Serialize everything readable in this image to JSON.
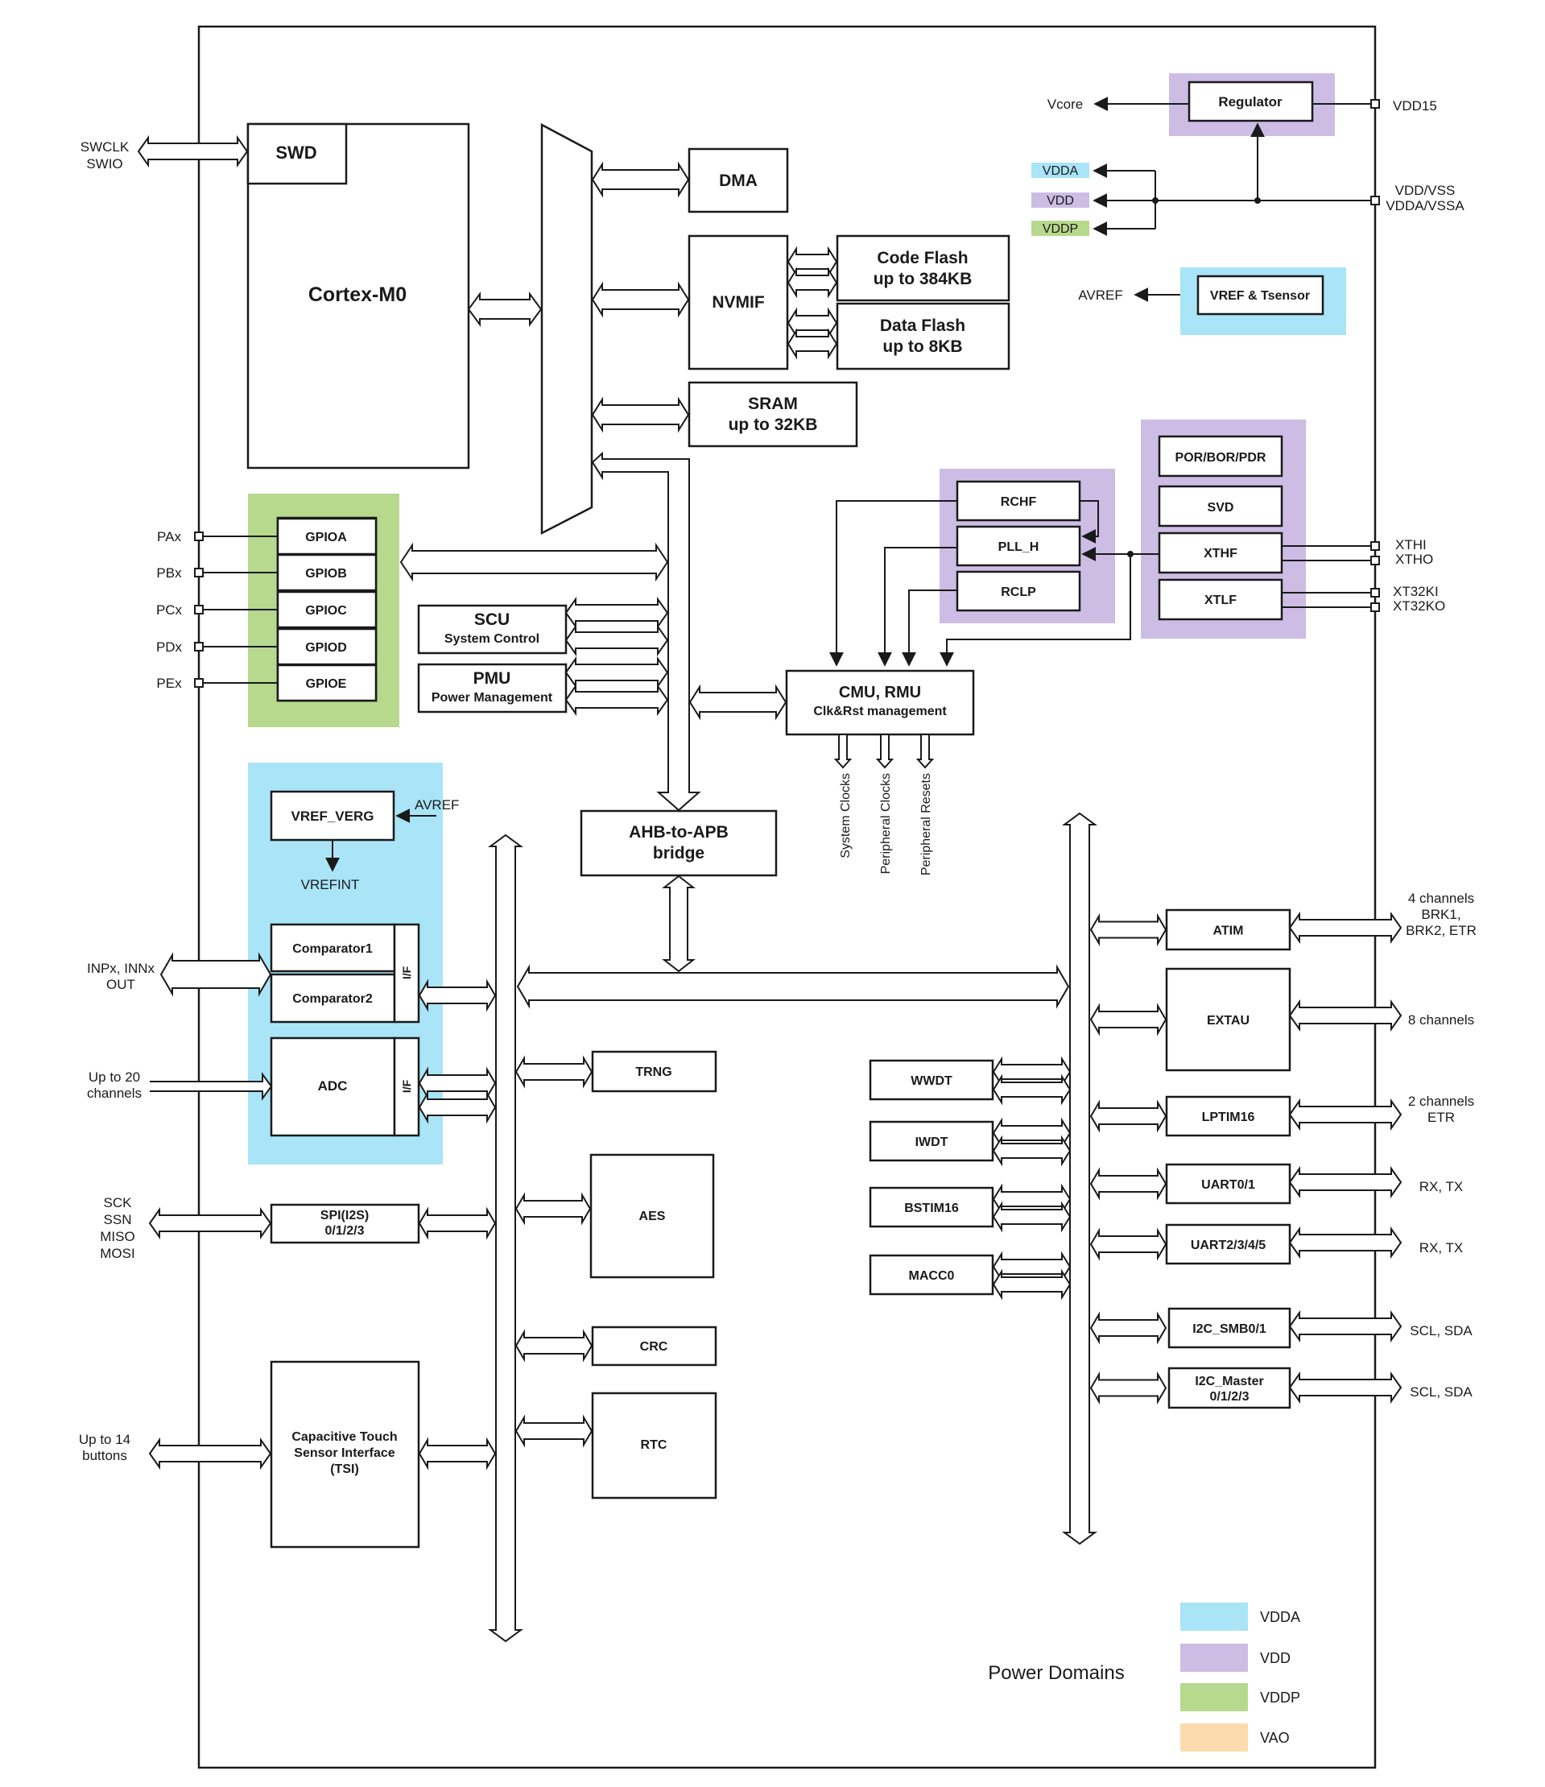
{
  "colors": {
    "vdda": "#a9e4f7",
    "vdd": "#cdbde4",
    "vddp": "#b6d98e",
    "vao": "#fcdcae",
    "line": "#1a1a1a"
  },
  "core": {
    "swd": "SWD",
    "cortex": "Cortex-M0",
    "dma": "DMA",
    "nvmif": "NVMIF",
    "code_flash": [
      "Code Flash",
      "up to 384KB"
    ],
    "data_flash": [
      "Data Flash",
      "up to 8KB"
    ],
    "sram": [
      "SRAM",
      "up to 32KB"
    ],
    "swd_pins": [
      "SWCLK",
      "SWIO"
    ]
  },
  "power": {
    "regulator": "Regulator",
    "vcore": "Vcore",
    "vdd15": "VDD15",
    "vdd_vss": [
      "VDD/VSS",
      "VDDA/VSSA"
    ],
    "rail_tags": [
      "VDDA",
      "VDD",
      "VDDP"
    ],
    "vref_tsensor": "VREF & Tsensor",
    "avref": "AVREF"
  },
  "clocks": {
    "por": "POR/BOR/PDR",
    "svd": "SVD",
    "xthf": "XTHF",
    "xtlf": "XTLF",
    "rchf": "RCHF",
    "pll": "PLL_H",
    "rclp": "RCLP",
    "xthf_pins": [
      "XTHI",
      "XTHO"
    ],
    "xtlf_pins": [
      "XT32KI",
      "XT32KO"
    ],
    "cmu": [
      "CMU, RMU",
      "Clk&Rst management"
    ],
    "outputs": [
      "System Clocks",
      "Peripheral Clocks",
      "Peripheral Resets"
    ]
  },
  "gpio": {
    "ports": [
      "GPIOA",
      "GPIOB",
      "GPIOC",
      "GPIOD",
      "GPIOE"
    ],
    "pins": [
      "PAx",
      "PBx",
      "PCx",
      "PDx",
      "PEx"
    ]
  },
  "system": {
    "scu": [
      "SCU",
      "System Control"
    ],
    "pmu": [
      "PMU",
      "Power Management"
    ],
    "bridge": [
      "AHB-to-APB",
      "bridge"
    ]
  },
  "analog": {
    "vref_verg": "VREF_VERG",
    "avref": "AVREF",
    "vrefint": "VREFINT",
    "comp1": "Comparator1",
    "comp2": "Comparator2",
    "adc": "ADC",
    "if_label": "I/F",
    "comp_pins": [
      "INPx, INNx",
      "OUT"
    ],
    "adc_pins": [
      "Up to 20",
      "channels"
    ]
  },
  "left_periph": {
    "spi": [
      "SPI(I2S)",
      "0/1/2/3"
    ],
    "spi_pins": [
      "SCK",
      "SSN",
      "MISO",
      "MOSI"
    ],
    "tsi": [
      "Capacitive Touch",
      "Sensor Interface",
      "(TSI)"
    ],
    "tsi_pins": [
      "Up to 14",
      "buttons"
    ]
  },
  "mid_periph": {
    "trng": "TRNG",
    "aes": "AES",
    "crc": "CRC",
    "rtc": "RTC"
  },
  "right_inner": [
    "WWDT",
    "IWDT",
    "BSTIM16",
    "MACC0"
  ],
  "right_periph": [
    {
      "name": [
        "ATIM"
      ],
      "pins": [
        "4 channels",
        "BRK1,",
        "BRK2, ETR"
      ]
    },
    {
      "name": [
        "EXTAU"
      ],
      "pins": [
        "8 channels"
      ]
    },
    {
      "name": [
        "LPTIM16"
      ],
      "pins": [
        "2 channels",
        "ETR"
      ]
    },
    {
      "name": [
        "UART0/1"
      ],
      "pins": [
        "RX, TX"
      ]
    },
    {
      "name": [
        "UART2/3/4/5"
      ],
      "pins": [
        "RX, TX"
      ]
    },
    {
      "name": [
        "I2C_SMB0/1"
      ],
      "pins": [
        "SCL, SDA"
      ]
    },
    {
      "name": [
        "I2C_Master",
        "0/1/2/3"
      ],
      "pins": [
        "SCL, SDA"
      ]
    }
  ],
  "legend": {
    "title": "Power Domains",
    "items": [
      "VDDA",
      "VDD",
      "VDDP",
      "VAO"
    ]
  }
}
